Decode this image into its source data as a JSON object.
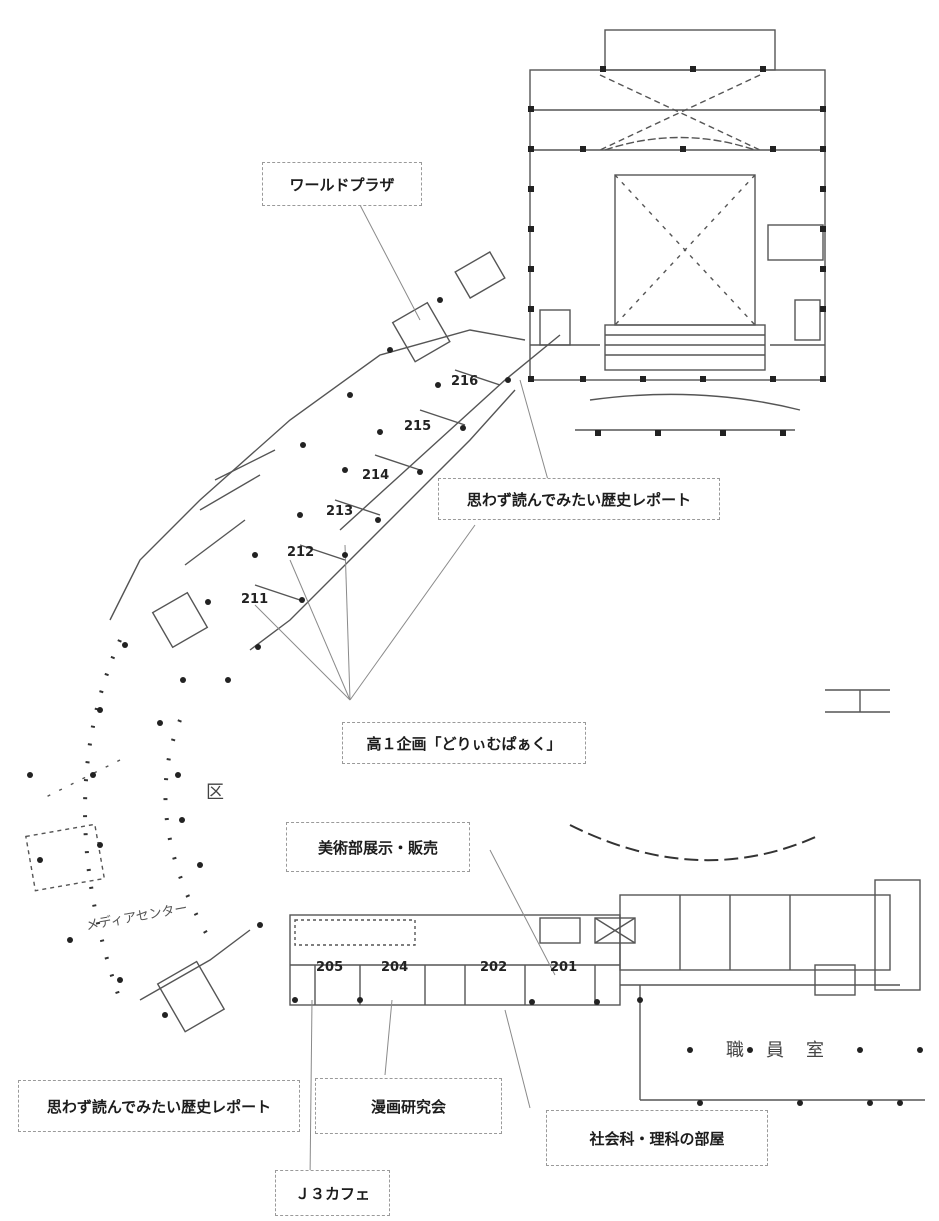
{
  "callouts": {
    "world_plaza": "ワールドプラザ",
    "history_report_top": "思わず読んでみたい歴史レポート",
    "kou1_project": "高１企画「どりぃむぱぁく」",
    "art_club": "美術部展示・販売",
    "history_report_bottom": "思わず読んでみたい歴史レポート",
    "manga_club": "漫画研究会",
    "social_science_room": "社会科・理科の部屋",
    "j3_cafe": "Ｊ３カフェ"
  },
  "rooms": {
    "r216": "216",
    "r215": "215",
    "r214": "214",
    "r213": "213",
    "r212": "212",
    "r211": "211",
    "r205": "205",
    "r204": "204",
    "r202": "202",
    "r201": "201"
  },
  "labels": {
    "staff_room_1": "職",
    "staff_room_2": "員",
    "staff_room_3": "室",
    "media_center": "メディアセンター",
    "ku": "区"
  }
}
